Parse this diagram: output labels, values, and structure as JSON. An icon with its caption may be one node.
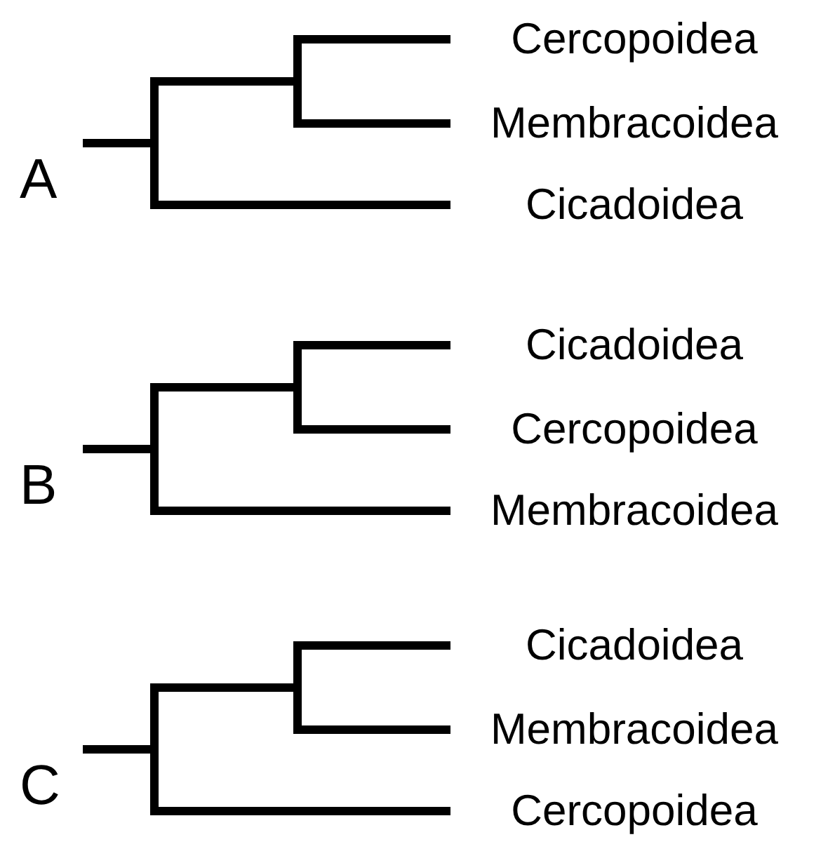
{
  "diagram": {
    "nodes": [
      {
        "text": [
          "Cercopoidea"
        ]
      },
      {
        "text": [
          "Membracoidea"
        ]
      },
      {
        "text": [
          "Cicadoidea"
        ]
      },
      {
        "text": [
          "Cicadoidea"
        ]
      },
      {
        "text": [
          "Cercopoidea"
        ]
      },
      {
        "text": [
          "Membracoidea"
        ]
      },
      {
        "text": [
          "Cicadoidea"
        ]
      },
      {
        "text": [
          "Membracoidea"
        ]
      },
      {
        "text": [
          "Cercopoidea"
        ]
      }
    ],
    "labels": [
      "A",
      "B",
      "C"
    ]
  }
}
